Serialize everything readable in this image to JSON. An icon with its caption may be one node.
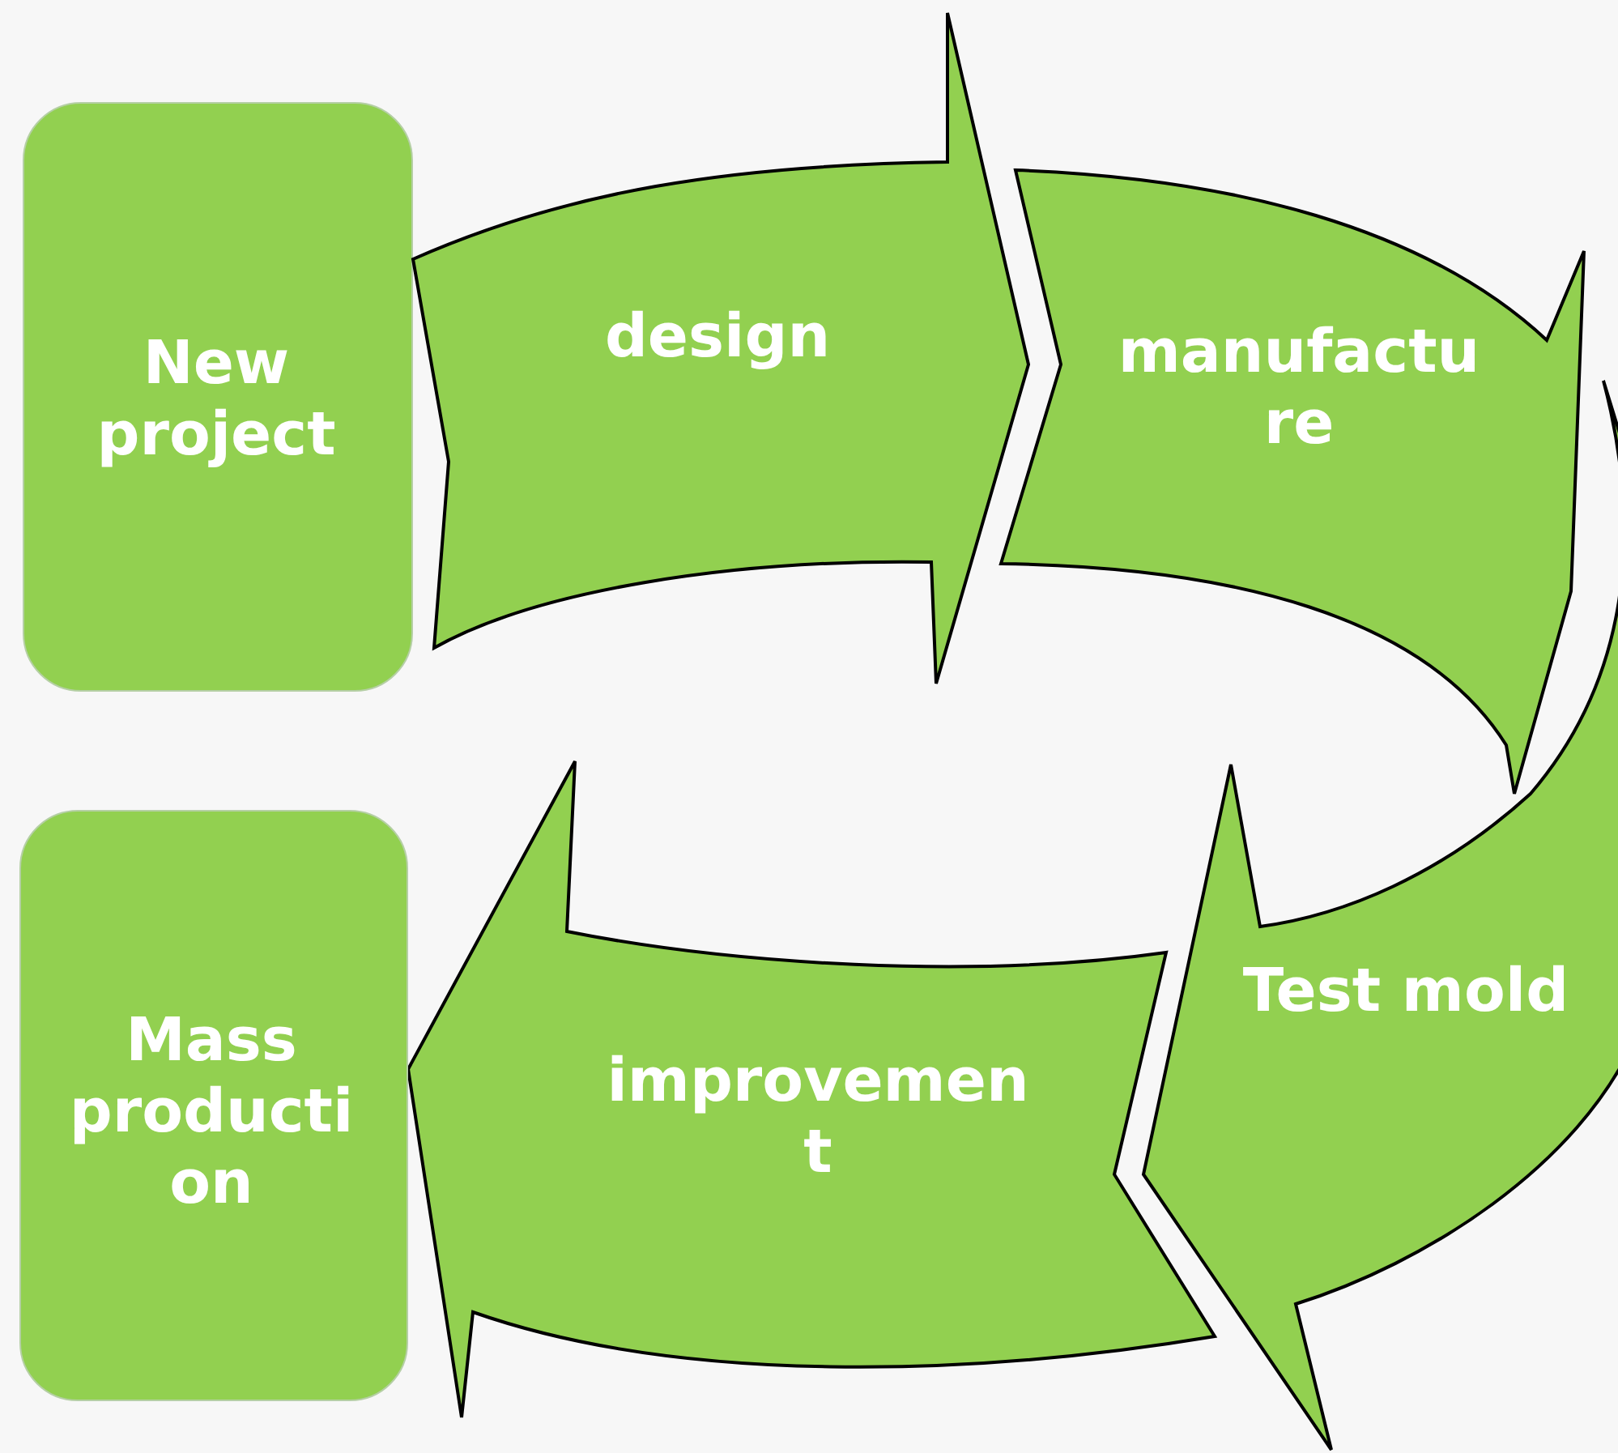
{
  "diagram": {
    "nodes": [
      {
        "text": [
          "New project"
        ]
      },
      {
        "text": [
          "design"
        ]
      },
      {
        "text": [
          "manufactu re"
        ]
      },
      {
        "text": [
          "Test mold"
        ]
      },
      {
        "text": [
          "improvemen t"
        ]
      },
      {
        "text": [
          "Mass producti on"
        ]
      }
    ]
  }
}
